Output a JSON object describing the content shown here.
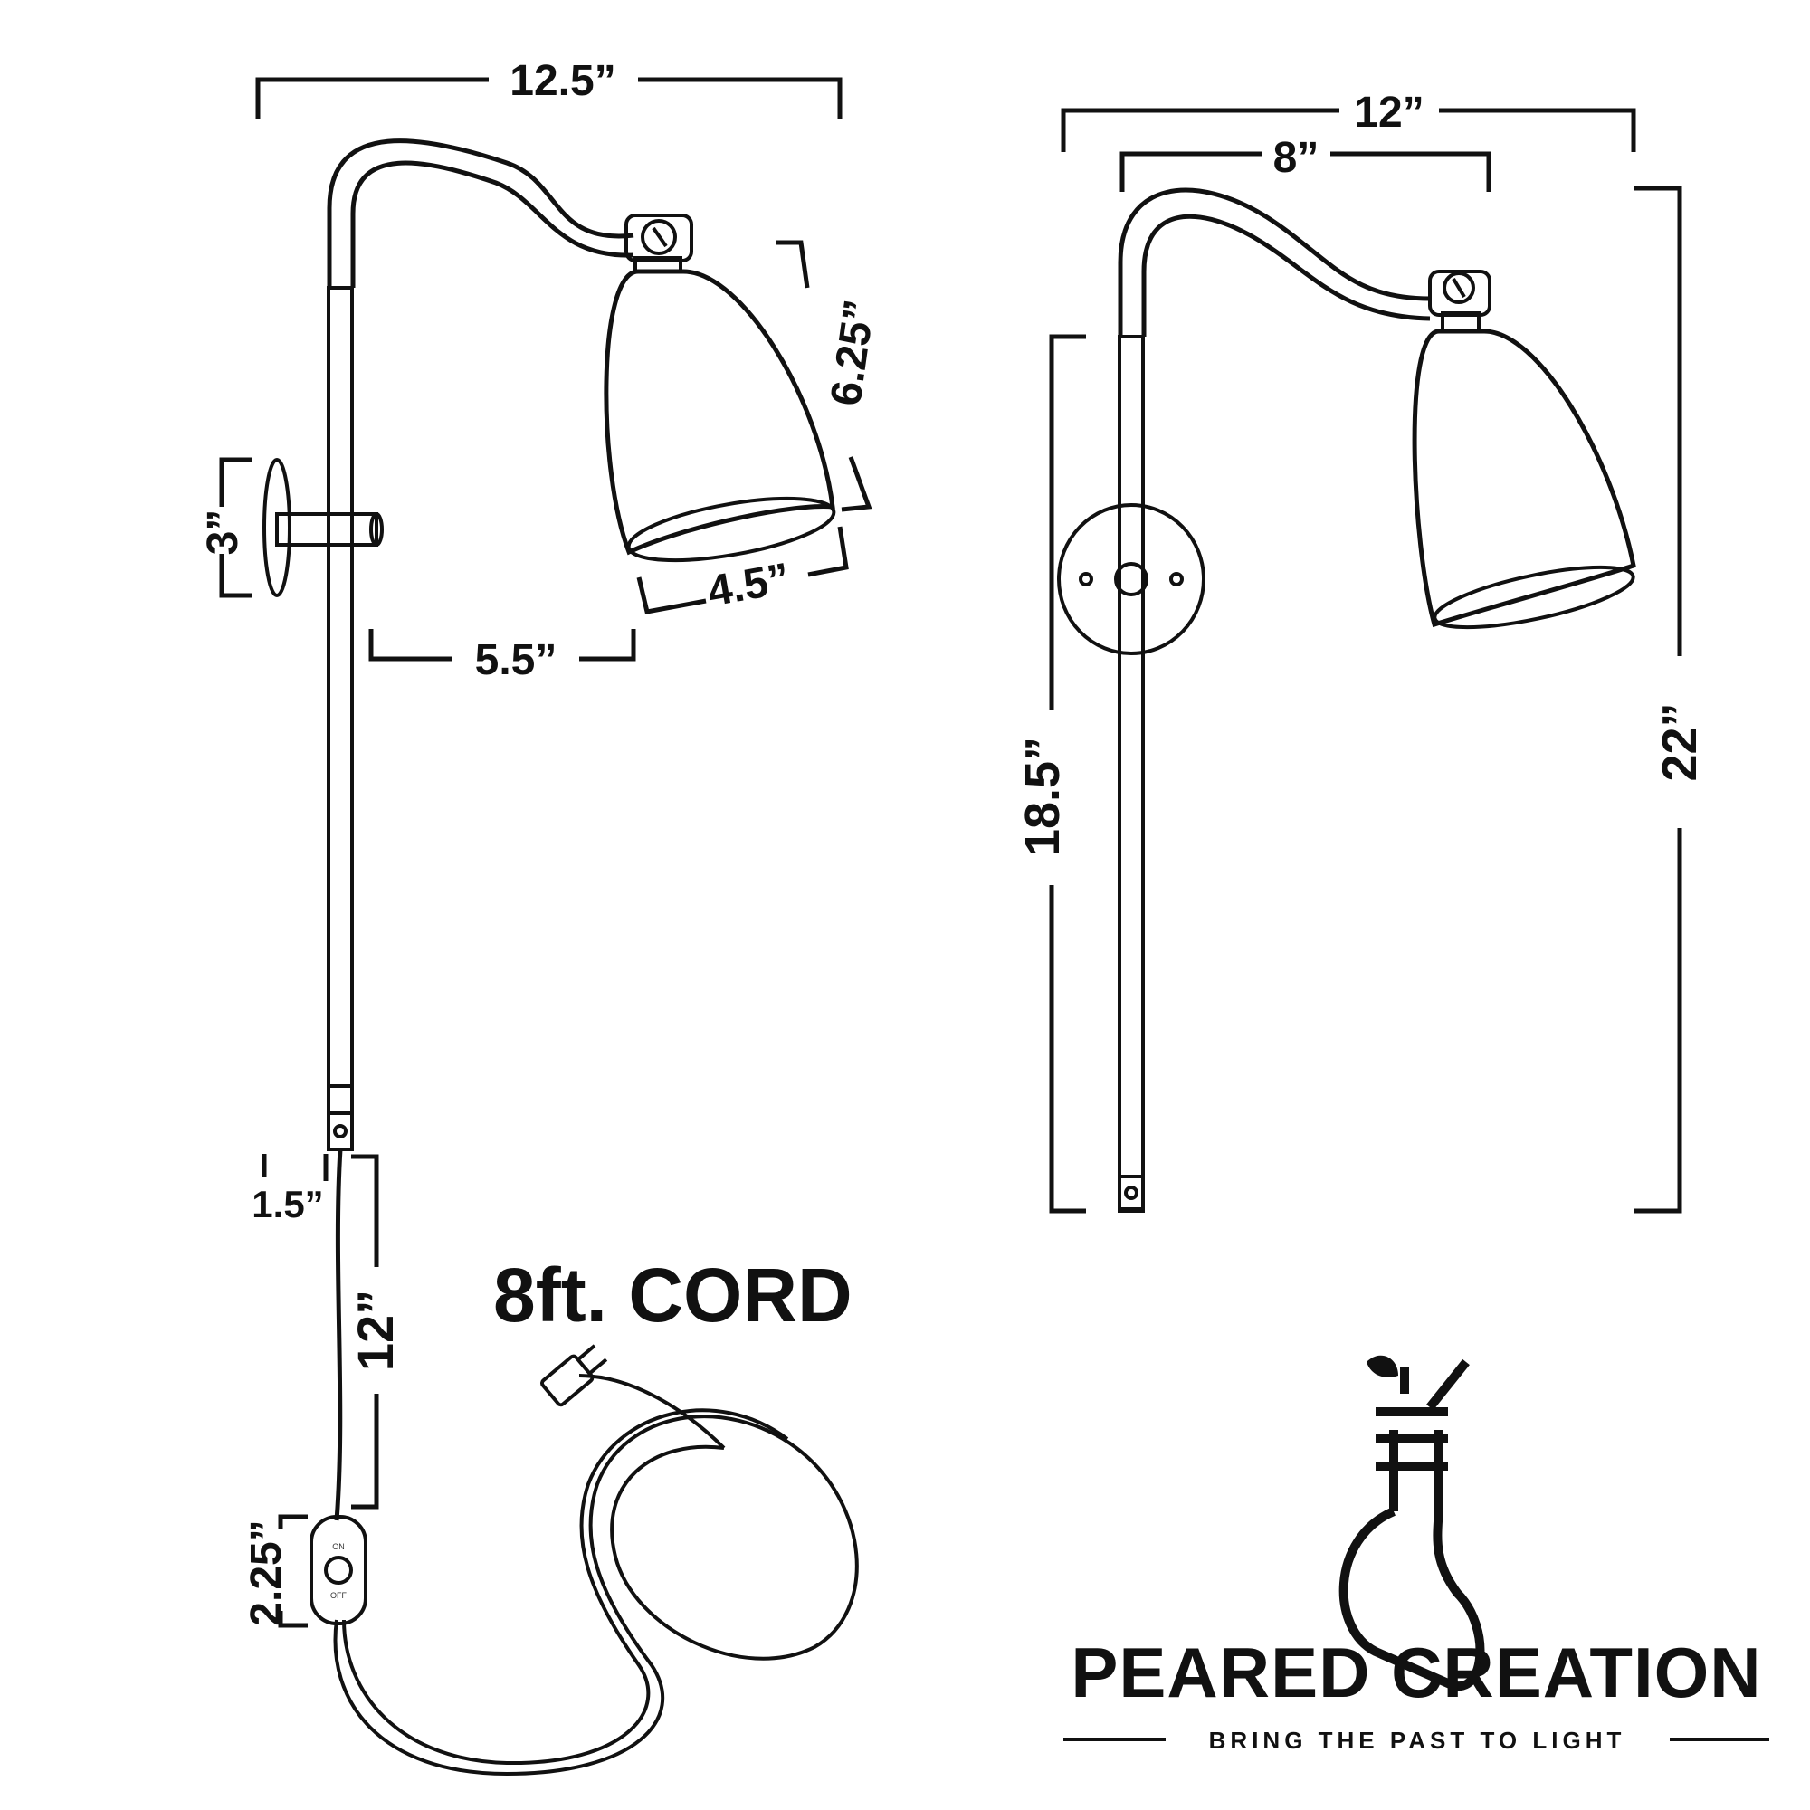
{
  "dimensions": {
    "arm_reach": "12.5”",
    "shade_height": "6.25”",
    "backplate_height": "3”",
    "shade_diameter": "4.5”",
    "mount_offset": "5.5”",
    "cord_top": "1.5”",
    "cord_to_switch": "12”",
    "switch_length": "2.25”",
    "overall_width": "12”",
    "inner_width": "8”",
    "rod_length": "18.5”",
    "overall_height": "22”"
  },
  "cord_label": "8ft. CORD",
  "switch": {
    "on": "ON",
    "off": "OFF"
  },
  "brand": {
    "name": "PEARED CREATION",
    "tagline": "BRING THE PAST TO LIGHT"
  }
}
